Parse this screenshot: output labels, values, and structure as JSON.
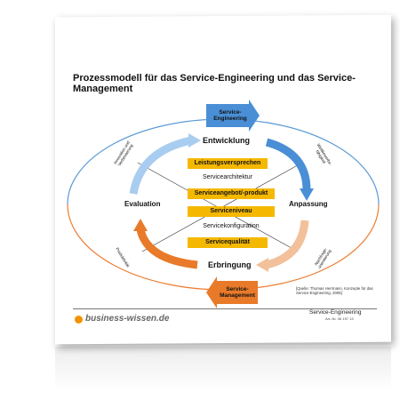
{
  "title": "Prozessmodell für das Service-Engineering und das Service-Management",
  "phases": {
    "top": "Entwicklung",
    "left": "Evaluation",
    "right": "Anpassung",
    "bottom": "Erbringung"
  },
  "top_arrow": "Service-Engineering",
  "bottom_arrow": "Service-Management",
  "center_items": {
    "box1": "Leistungsversprechen",
    "text1": "Servicearchitektur",
    "box2": "Serviceangebot/-produkt",
    "box3": "Serviceniveau",
    "text2": "Servicekonfiguration",
    "box4": "Servicequalität"
  },
  "diagonal_labels": {
    "top_left": "Innovation und Verbesserung",
    "top_right": "Wettbewerbs-fähigkeit",
    "bottom_left": "Produktivität",
    "bottom_right": "Nachfrage-orientierung"
  },
  "source": "[Quelle: Thomas Herrmann, Konzepte für das Service-Engineering, 2005]",
  "brand": "business-wissen.de",
  "footer_title": "Service-Engineering",
  "footer_art": "Art.-Nr. 06 197 13",
  "colors": {
    "blue": "#4a8fd6",
    "orange": "#e87a2a",
    "yellow": "#f5b800",
    "ellipse_blue": "#5b9bd5",
    "ellipse_orange": "#ed7d31"
  }
}
